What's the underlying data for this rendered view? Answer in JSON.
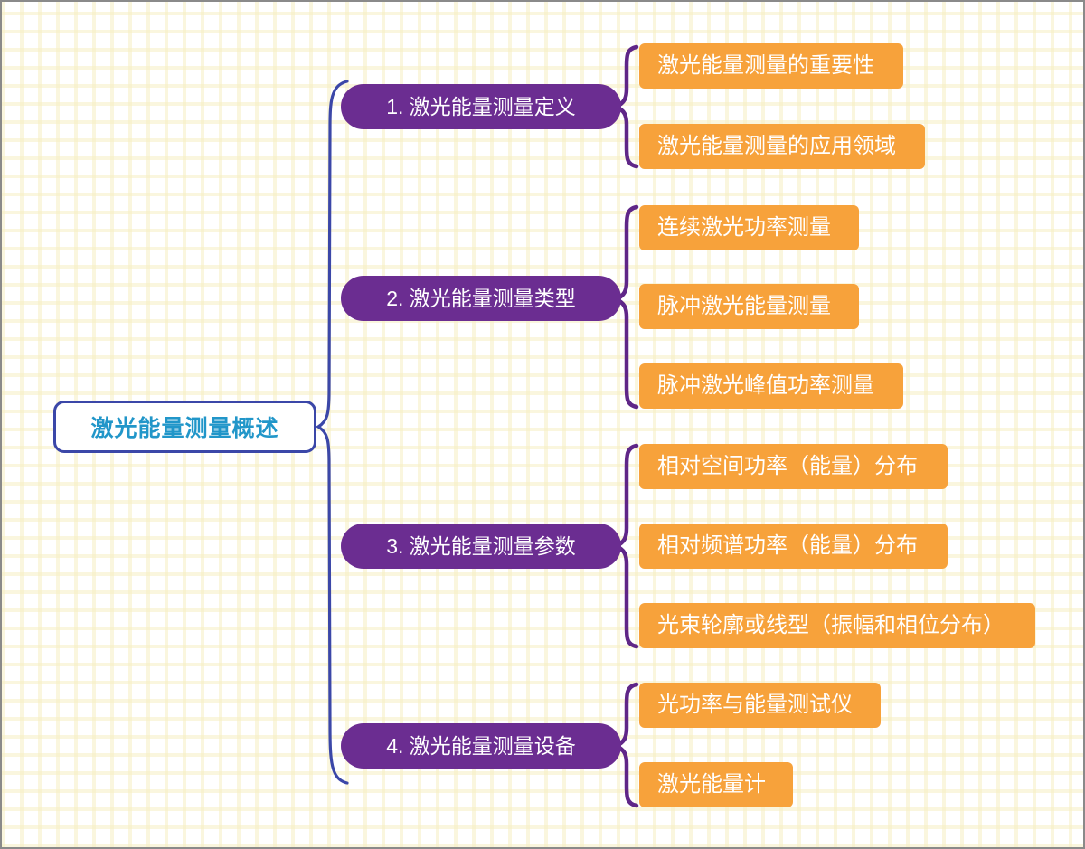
{
  "root": {
    "label": "激光能量测量概述"
  },
  "branches": [
    {
      "label": "1. 激光能量测量定义",
      "leaves": [
        "激光能量测量的重要性",
        "激光能量测量的应用领域"
      ]
    },
    {
      "label": "2. 激光能量测量类型",
      "leaves": [
        "连续激光功率测量",
        "脉冲激光能量测量",
        "脉冲激光峰值功率测量"
      ]
    },
    {
      "label": "3. 激光能量测量参数",
      "leaves": [
        "相对空间功率（能量）分布",
        "相对频谱功率（能量）分布",
        "光束轮廓或线型（振幅和相位分布）"
      ]
    },
    {
      "label": "4. 激光能量测量设备",
      "leaves": [
        "光功率与能量测试仪",
        "激光能量计"
      ]
    }
  ],
  "colors": {
    "canvas_bg": "#FFFFFF",
    "grid_line": "#F6EFC3",
    "root_border": "#3B47A8",
    "root_text": "#2196C9",
    "root_connector": "#3B47A8",
    "branch_fill": "#6B2D91",
    "branch_connector": "#5F2688",
    "leaf_fill": "#F7A23B",
    "node_text": "#FFFFFF"
  }
}
